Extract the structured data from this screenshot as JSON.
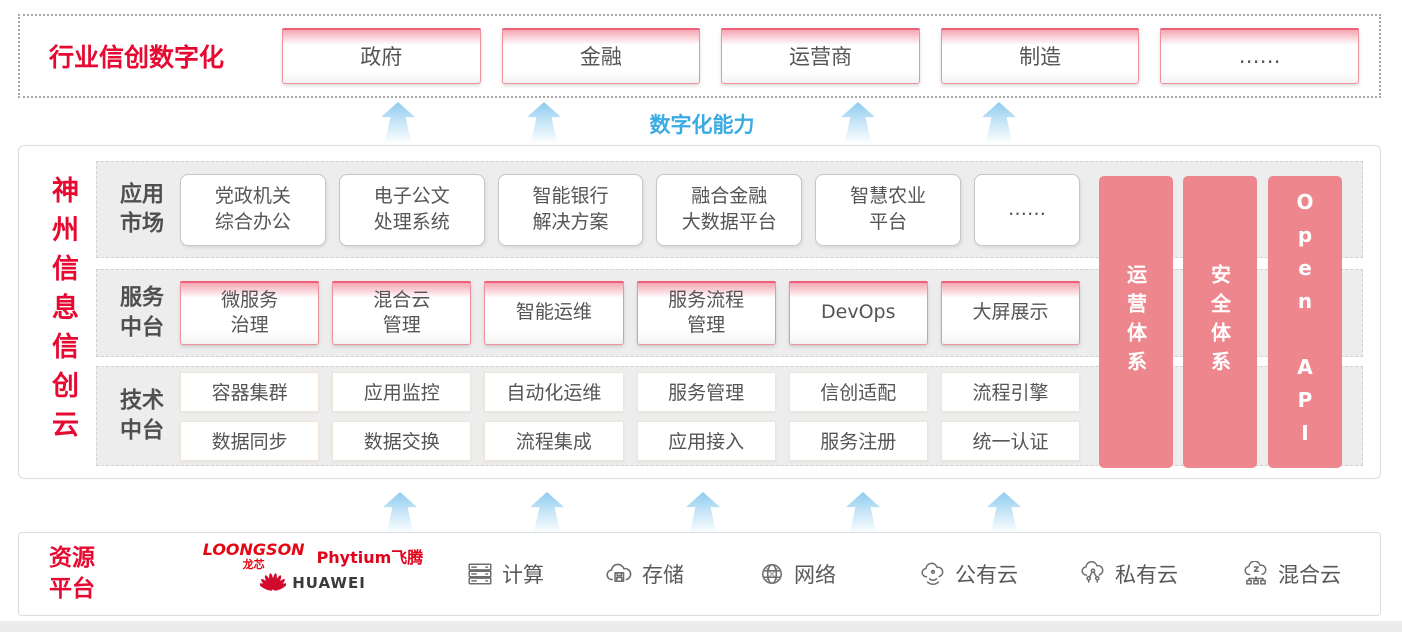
{
  "colors": {
    "brand_red": "#e60a32",
    "bar_pink": "#ee868e",
    "capability_blue": "#3aabe3",
    "box_text_gray": "#595959",
    "huawei_red": "#cf0a2c",
    "loongson_red": "#e30613"
  },
  "top_band": {
    "title": "行业信创数字化",
    "industries": [
      "政府",
      "金融",
      "运营商",
      "制造",
      "……"
    ]
  },
  "capability_label": "数字化能力",
  "main": {
    "vertical_title": "神州信息信创云",
    "app_row": {
      "label_lines": [
        "应用",
        "市场"
      ],
      "items": [
        {
          "lines": [
            "党政机关",
            "综合办公"
          ]
        },
        {
          "lines": [
            "电子公文",
            "处理系统"
          ]
        },
        {
          "lines": [
            "智能银行",
            "解决方案"
          ]
        },
        {
          "lines": [
            "融合金融",
            "大数据平台"
          ]
        },
        {
          "lines": [
            "智慧农业",
            "平台"
          ]
        },
        {
          "lines": [
            "……"
          ]
        }
      ]
    },
    "service_row": {
      "label_lines": [
        "服务",
        "中台"
      ],
      "items": [
        {
          "lines": [
            "微服务",
            "治理"
          ]
        },
        {
          "lines": [
            "混合云",
            "管理"
          ]
        },
        {
          "lines": [
            "智能运维"
          ]
        },
        {
          "lines": [
            "服务流程",
            "管理"
          ]
        },
        {
          "lines": [
            "DevOps"
          ]
        },
        {
          "lines": [
            "大屏展示"
          ]
        }
      ]
    },
    "tech_row": {
      "label_lines": [
        "技术",
        "中台"
      ],
      "items_top": [
        "容器集群",
        "应用监控",
        "自动化运维",
        "服务管理",
        "信创适配",
        "流程引擎"
      ],
      "items_bottom": [
        "数据同步",
        "数据交换",
        "流程集成",
        "应用接入",
        "服务注册",
        "统一认证"
      ]
    },
    "side_bars": [
      "运营体系",
      "安全体系",
      "Open API"
    ]
  },
  "resource_band": {
    "title_lines": [
      "资源",
      "平台"
    ],
    "vendors": {
      "loongson_en": "LOONGSON",
      "loongson_cn": "龙芯",
      "phytium": "Phytium飞腾",
      "huawei": "HUAWEI"
    },
    "items": [
      {
        "icon": "compute-icon",
        "label": "计算"
      },
      {
        "icon": "storage-icon",
        "label": "存储"
      },
      {
        "icon": "network-icon",
        "label": "网络"
      },
      {
        "icon": "public-cloud-icon",
        "label": "公有云"
      },
      {
        "icon": "private-cloud-icon",
        "label": "私有云"
      },
      {
        "icon": "hybrid-cloud-icon",
        "label": "混合云"
      }
    ]
  }
}
